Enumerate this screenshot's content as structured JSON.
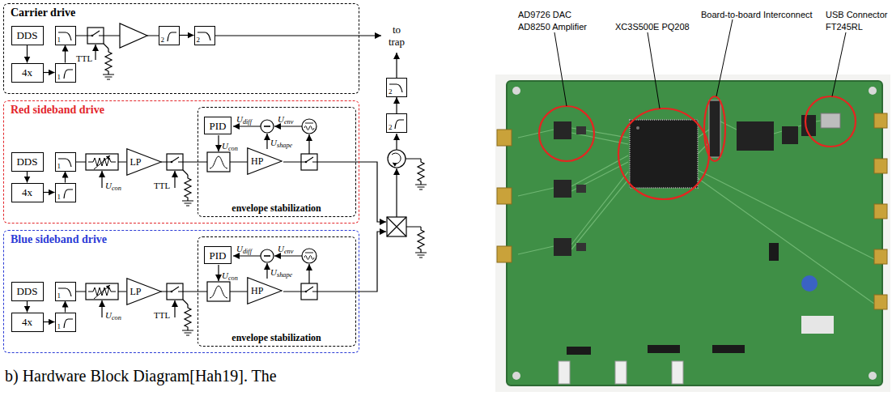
{
  "diagram": {
    "caption": "b) Hardware Block Diagram[Hah19]. The",
    "nodes": [
      {
        "text": [
          "Carrier drive"
        ]
      },
      {
        "text": [
          "DDS"
        ],
        "in": 0
      },
      {
        "text": [
          "4x"
        ],
        "in": 0
      },
      {
        "text": [
          "1"
        ],
        "in": 0
      },
      {
        "text": [
          "1"
        ],
        "in": 0
      },
      {
        "text": [
          "2"
        ],
        "in": 0
      },
      {
        "text": [
          "2"
        ],
        "in": 0
      },
      {
        "text": [
          "Red sideband drive"
        ]
      },
      {
        "text": [
          "DDS"
        ],
        "in": 7
      },
      {
        "text": [
          "4x"
        ],
        "in": 7
      },
      {
        "text": [
          "1"
        ],
        "in": 7
      },
      {
        "text": [
          "1"
        ],
        "in": 7
      },
      {
        "text": [
          "LP"
        ],
        "in": 7
      },
      {
        "text": [
          "envelope stabilization"
        ],
        "in": 7
      },
      {
        "text": [
          "PID"
        ],
        "in": 13
      },
      {
        "text": [
          "HP"
        ],
        "in": 13
      },
      {
        "text": [
          "Blue sideband drive"
        ]
      },
      {
        "text": [
          "DDS"
        ],
        "in": 16
      },
      {
        "text": [
          "4x"
        ],
        "in": 16
      },
      {
        "text": [
          "1"
        ],
        "in": 16
      },
      {
        "text": [
          "1"
        ],
        "in": 16
      },
      {
        "text": [
          "LP"
        ],
        "in": 16
      },
      {
        "text": [
          "envelope stabilization"
        ],
        "in": 16
      },
      {
        "text": [
          "PID"
        ],
        "in": 22
      },
      {
        "text": [
          "HP"
        ],
        "in": 22
      },
      {
        "text": [
          "2"
        ]
      },
      {
        "text": [
          "2"
        ]
      }
    ],
    "edges": [
      {
        "from": 1,
        "to": 2,
        "arrow": "to"
      },
      {
        "from": 2,
        "to": 4,
        "arrow": "to"
      },
      {
        "from": 4,
        "to": 3,
        "arrow": "to"
      },
      {
        "from": 5,
        "to": 6,
        "arrow": "to"
      },
      {
        "from": 8,
        "to": 9,
        "arrow": "to"
      },
      {
        "from": 9,
        "to": 11,
        "arrow": "to"
      },
      {
        "from": 11,
        "to": 10,
        "arrow": "to"
      },
      {
        "from": 17,
        "to": 18,
        "arrow": "to"
      },
      {
        "from": 18,
        "to": 20,
        "arrow": "to"
      },
      {
        "from": 20,
        "to": 19,
        "arrow": "to"
      },
      {
        "from": 25,
        "to": 26,
        "arrow": "to"
      }
    ],
    "labels": [
      "to trap",
      "TTL",
      "Udiff",
      "Uenv",
      "Ucon",
      "Ushape",
      "Ucon",
      "TTL",
      "Udiff",
      "Uenv",
      "Ucon",
      "Ushape",
      "Ucon",
      "TTL",
      "AD9726 DAC",
      "AD8250 Amplifier",
      "XC3S500E PQ208",
      "Board-to-board Interconnect",
      "USB Connector",
      "FT245RL"
    ]
  }
}
